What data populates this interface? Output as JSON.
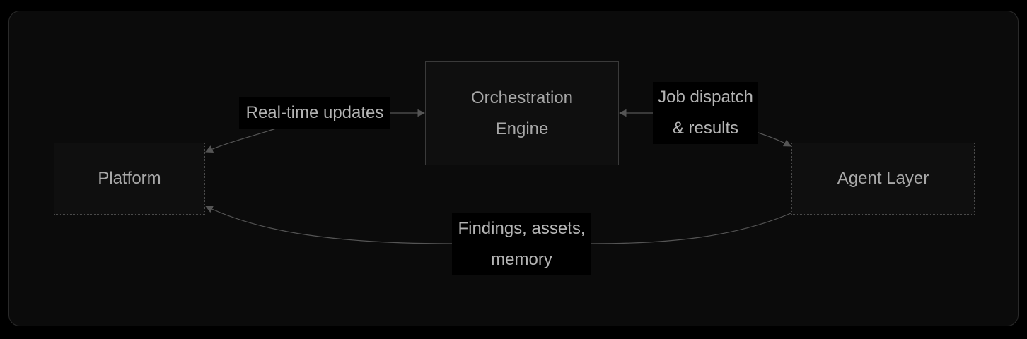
{
  "diagram": {
    "nodes": {
      "platform": {
        "label": "Platform"
      },
      "orchestration": {
        "line1": "Orchestration",
        "line2": "Engine"
      },
      "agent": {
        "label": "Agent Layer"
      }
    },
    "edges": {
      "realtime": {
        "label": "Real-time updates"
      },
      "dispatch": {
        "line1": "Job dispatch",
        "line2": "& results"
      },
      "findings": {
        "line1": "Findings, assets,",
        "line2": "memory"
      }
    },
    "colors": {
      "background": "#000000",
      "panel": "#0b0b0b",
      "node_fill": "#0f0f0f",
      "edge": "#555555",
      "text": "#a8a8a8"
    }
  }
}
